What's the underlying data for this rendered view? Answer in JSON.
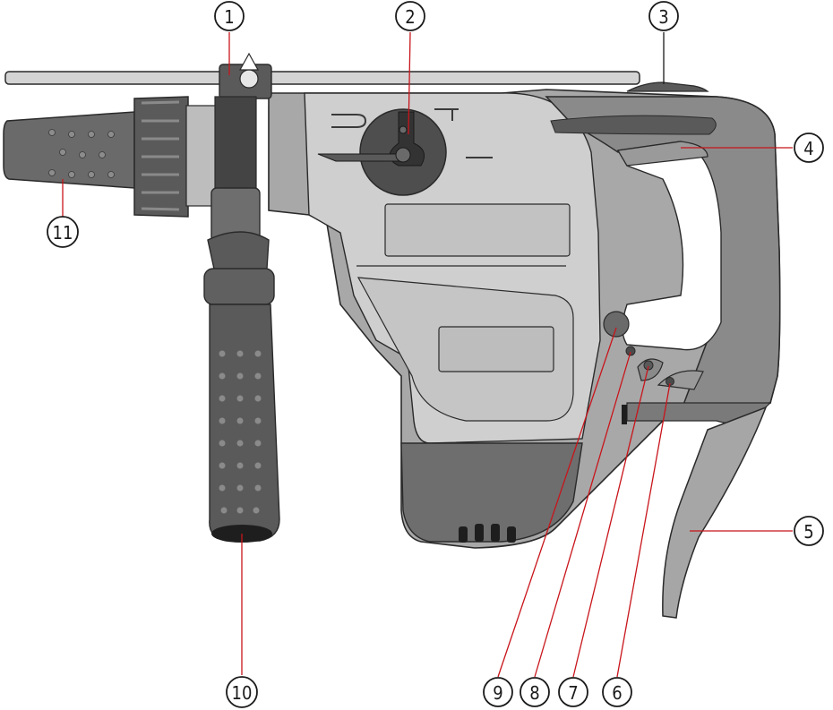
{
  "callouts": [
    {
      "id": "1",
      "label": "1"
    },
    {
      "id": "2",
      "label": "2"
    },
    {
      "id": "3",
      "label": "3"
    },
    {
      "id": "4",
      "label": "4"
    },
    {
      "id": "5",
      "label": "5"
    },
    {
      "id": "6",
      "label": "6"
    },
    {
      "id": "7",
      "label": "7"
    },
    {
      "id": "8",
      "label": "8"
    },
    {
      "id": "9",
      "label": "9"
    },
    {
      "id": "10",
      "label": "10"
    },
    {
      "id": "11",
      "label": "11"
    }
  ],
  "colors": {
    "body_light": "#c9c9c9",
    "body_mid": "#a8a8a8",
    "body_dark": "#6e6e6e",
    "handle_dark": "#5a5a5a",
    "leader_line": "#c8151b",
    "outline": "#2a2a2a"
  }
}
